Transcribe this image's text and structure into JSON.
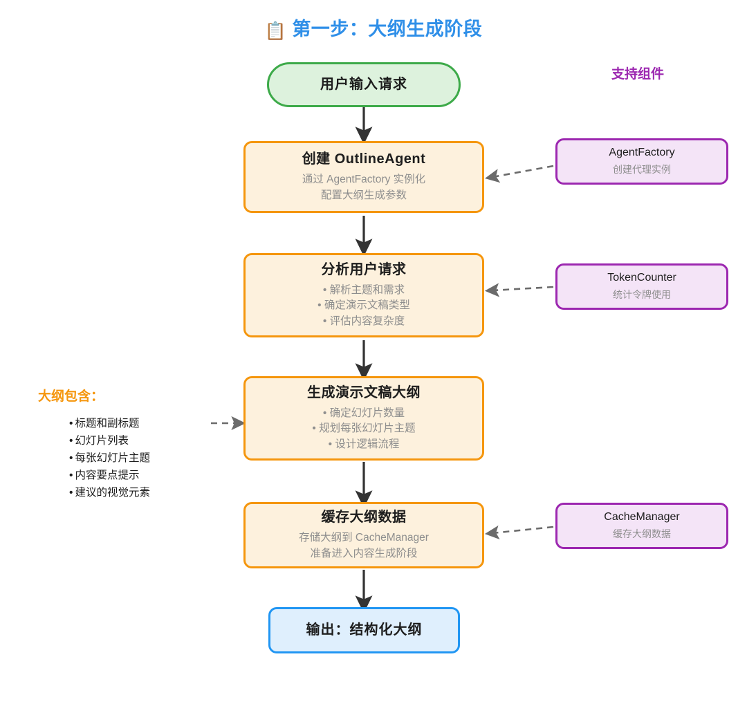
{
  "title": {
    "icon": "clipboard-icon",
    "icon_glyph": "📋",
    "text": "第一步：大纲生成阶段",
    "color": "#2f8fe8"
  },
  "colors": {
    "start_border": "#3daa49",
    "start_fill": "#ddf2dd",
    "process_border": "#f5960d",
    "process_fill": "#fdf1dd",
    "output_border": "#2196f3",
    "output_fill": "#dfeffd",
    "support_border": "#9c27b0",
    "support_fill": "#f4e4f7",
    "arrow": "#333333",
    "dashed_arrow": "#666666",
    "subtext": "#8e8e8e"
  },
  "headings": {
    "support": "支持组件",
    "outline": "大纲包含："
  },
  "flow": {
    "start": {
      "title": "用户输入请求"
    },
    "steps": [
      {
        "title": "创建 OutlineAgent",
        "lines": [
          "通过 AgentFactory 实例化",
          "配置大纲生成参数"
        ]
      },
      {
        "title": "分析用户请求",
        "lines": [
          "• 解析主题和需求",
          "• 确定演示文稿类型",
          "• 评估内容复杂度"
        ]
      },
      {
        "title": "生成演示文稿大纲",
        "lines": [
          "• 确定幻灯片数量",
          "• 规划每张幻灯片主题",
          "• 设计逻辑流程"
        ]
      },
      {
        "title": "缓存大纲数据",
        "lines": [
          "存储大纲到 CacheManager",
          "准备进入内容生成阶段"
        ]
      }
    ],
    "output": {
      "title": "输出：结构化大纲"
    }
  },
  "support_components": [
    {
      "name": "AgentFactory",
      "desc": "创建代理实例"
    },
    {
      "name": "TokenCounter",
      "desc": "统计令牌使用"
    },
    {
      "name": "CacheManager",
      "desc": "缓存大纲数据"
    }
  ],
  "outline_contents": [
    "标题和副标题",
    "幻灯片列表",
    "每张幻灯片主题",
    "内容要点提示",
    "建议的视觉元素"
  ],
  "bullet_glyph": "•"
}
